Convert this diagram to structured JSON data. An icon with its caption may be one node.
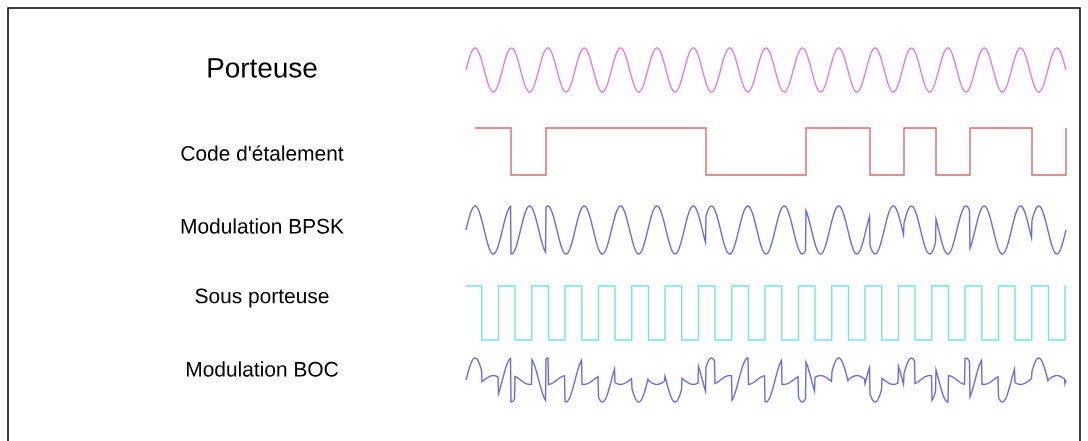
{
  "diagram": {
    "labels": [
      "Porteuse",
      "Code d'étalement",
      "Modulation BPSK",
      "Sous porteuse",
      "Modulation BOC"
    ]
  }
}
